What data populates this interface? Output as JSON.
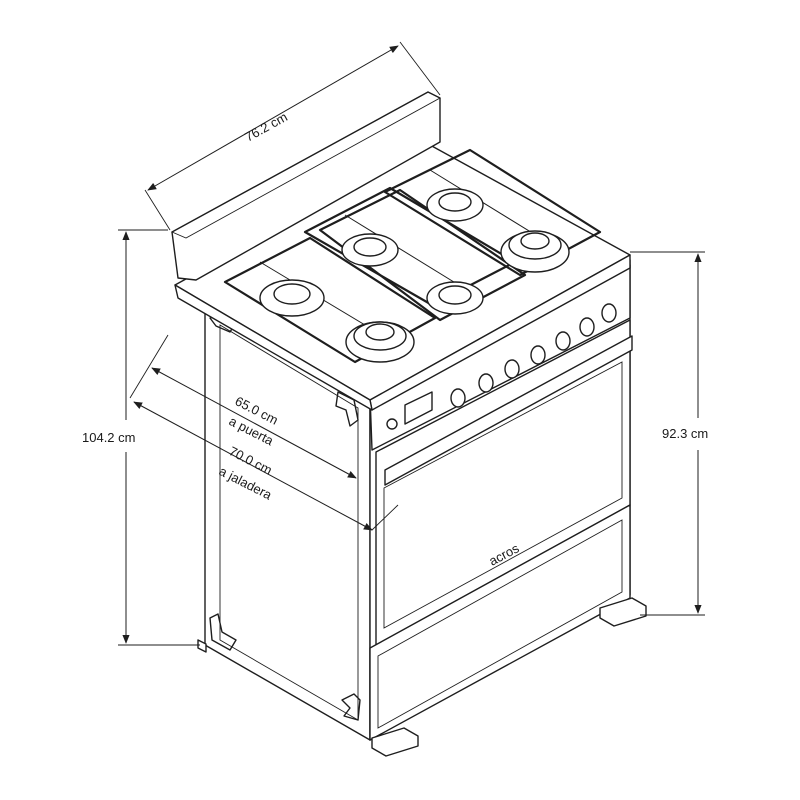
{
  "dimensions": {
    "width": "76.2 cm",
    "height_total": "104.2 cm",
    "height_body": "92.3 cm",
    "depth_door_value": "65.0 cm",
    "depth_door_label": "a puerta",
    "depth_handle_value": "70.0 cm",
    "depth_handle_label": "a jaladera"
  },
  "brand": "acros"
}
